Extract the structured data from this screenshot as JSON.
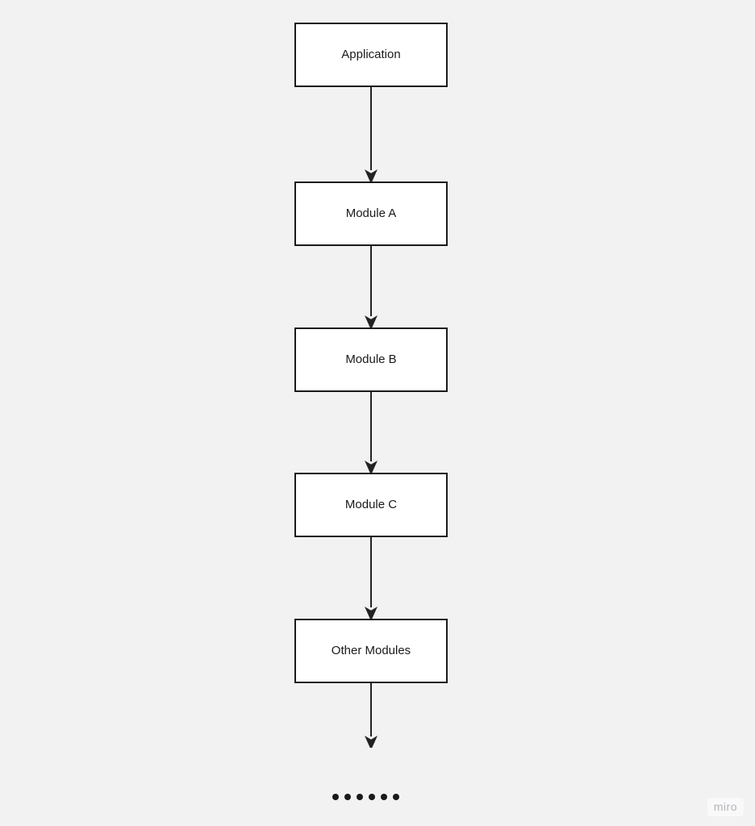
{
  "diagram": {
    "nodes": [
      {
        "label": "Application"
      },
      {
        "label": "Module A"
      },
      {
        "label": "Module B"
      },
      {
        "label": "Module C"
      },
      {
        "label": "Other Modules"
      }
    ],
    "connector_count": 5,
    "ellipsis_dot_count": 6
  },
  "watermark": {
    "label": "miro"
  },
  "colors": {
    "background": "#f2f2f2",
    "node_fill": "#ffffff",
    "node_border": "#1a1a1a",
    "arrow": "#222222",
    "text": "#1a1a1a",
    "watermark_text": "#b0b5ba"
  }
}
